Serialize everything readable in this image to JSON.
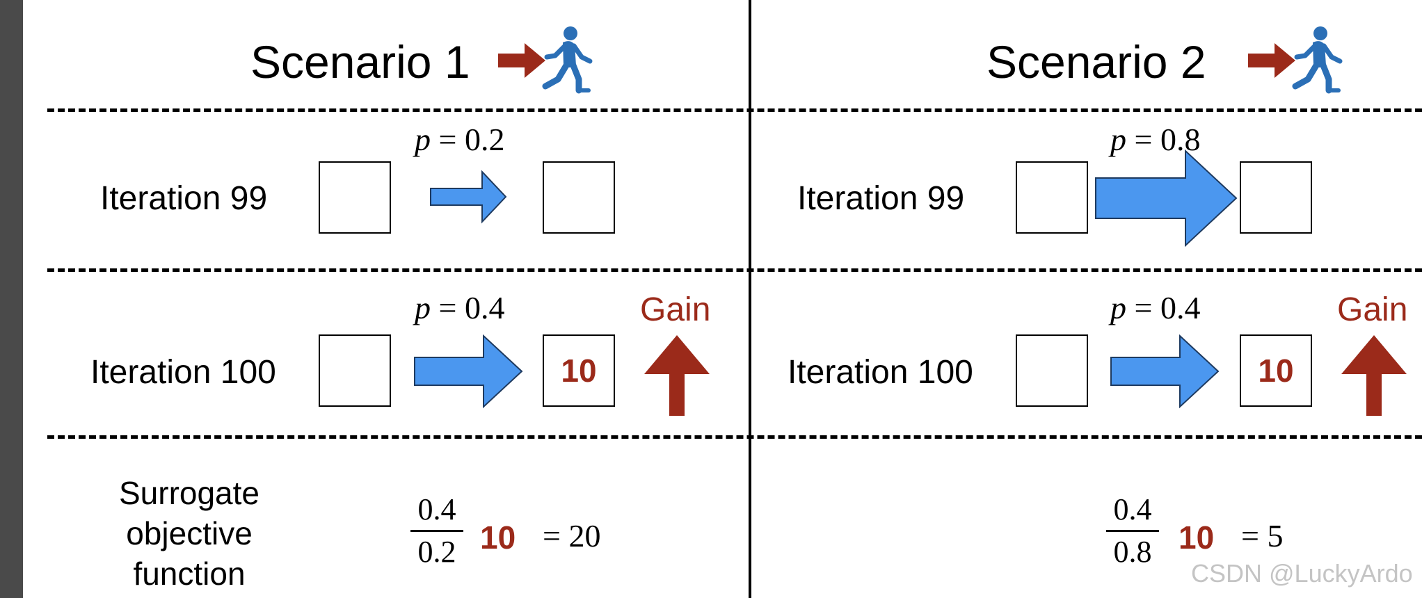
{
  "scenario1": {
    "title": "Scenario 1",
    "iter99": {
      "label": "Iteration 99",
      "p": "0.2"
    },
    "iter100": {
      "label": "Iteration 100",
      "p": "0.4",
      "value": "10",
      "gain": "Gain"
    },
    "surrogate": {
      "label_line1": "Surrogate",
      "label_line2": "objective",
      "label_line3": "function",
      "numerator": "0.4",
      "denominator": "0.2",
      "multiplier": "10",
      "result": "= 20"
    }
  },
  "scenario2": {
    "title": "Scenario 2",
    "iter99": {
      "label": "Iteration 99",
      "p": "0.8"
    },
    "iter100": {
      "label": "Iteration 100",
      "p": "0.4",
      "value": "10",
      "gain": "Gain"
    },
    "surrogate": {
      "numerator": "0.4",
      "denominator": "0.8",
      "multiplier": "10",
      "result": "= 5"
    }
  },
  "math": {
    "p_var": "p",
    "equals": "="
  },
  "watermark": "CSDN @LuckyArdo",
  "icons": [
    "red-arrow-right-icon",
    "runner-icon",
    "blue-arrow-right-icon",
    "gain-up-arrow-icon"
  ],
  "colors": {
    "accent_red": "#9b2a1a",
    "arrow_blue": "#4b97ef",
    "runner_blue": "#2b6fb6"
  }
}
